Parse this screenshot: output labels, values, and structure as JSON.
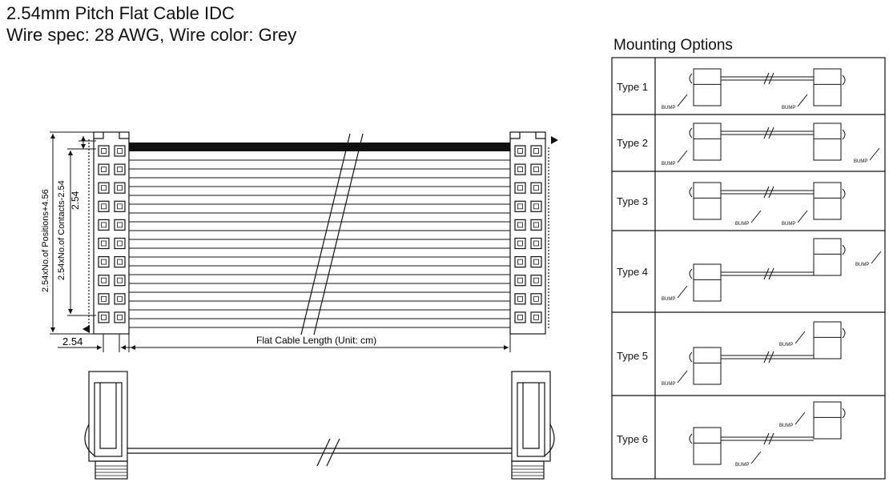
{
  "header": {
    "title_line1": "2.54mm Pitch Flat Cable IDC",
    "title_line2": "Wire spec: 28 AWG,  Wire color: Grey"
  },
  "drawing": {
    "dim_pitch_vertical": "2.54",
    "dim_contacts": "2.54xNo.of Contacts-2.54",
    "dim_positions": "2.54xNo.of Positions+4.56",
    "dim_pitch_horizontal": "2.54",
    "cable_length_label": "Flat Cable Length (Unit: cm)"
  },
  "mounting": {
    "title": "Mounting Options",
    "bump_label": "BUMP",
    "types": [
      {
        "label": "Type 1"
      },
      {
        "label": "Type 2"
      },
      {
        "label": "Type 3"
      },
      {
        "label": "Type 4"
      },
      {
        "label": "Type 5"
      },
      {
        "label": "Type 6"
      }
    ]
  }
}
